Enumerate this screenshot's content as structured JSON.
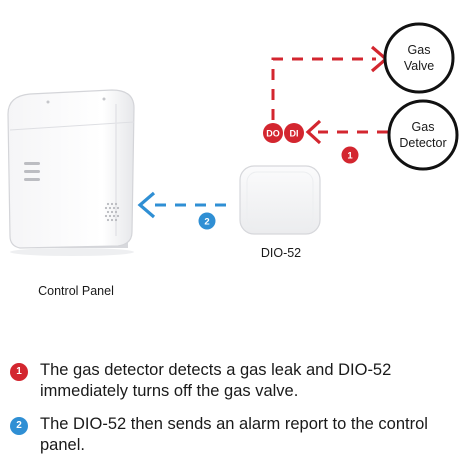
{
  "colors": {
    "red": "#d3262f",
    "blue": "#2f8fd4",
    "text": "#1a1a1a"
  },
  "diagram": {
    "gas_valve_line1": "Gas",
    "gas_valve_line2": "Valve",
    "gas_detector_line1": "Gas",
    "gas_detector_line2": "Detector",
    "do_label": "DO",
    "di_label": "DI",
    "dio_label": "DIO-52",
    "control_panel_label": "Control Panel",
    "step1_badge": "1",
    "step2_badge": "2"
  },
  "steps": [
    {
      "number": "1",
      "text": "The gas detector detects a gas leak and DIO-52 immediately turns off the gas valve."
    },
    {
      "number": "2",
      "text": "The DIO-52 then sends an alarm report to the control panel."
    }
  ]
}
